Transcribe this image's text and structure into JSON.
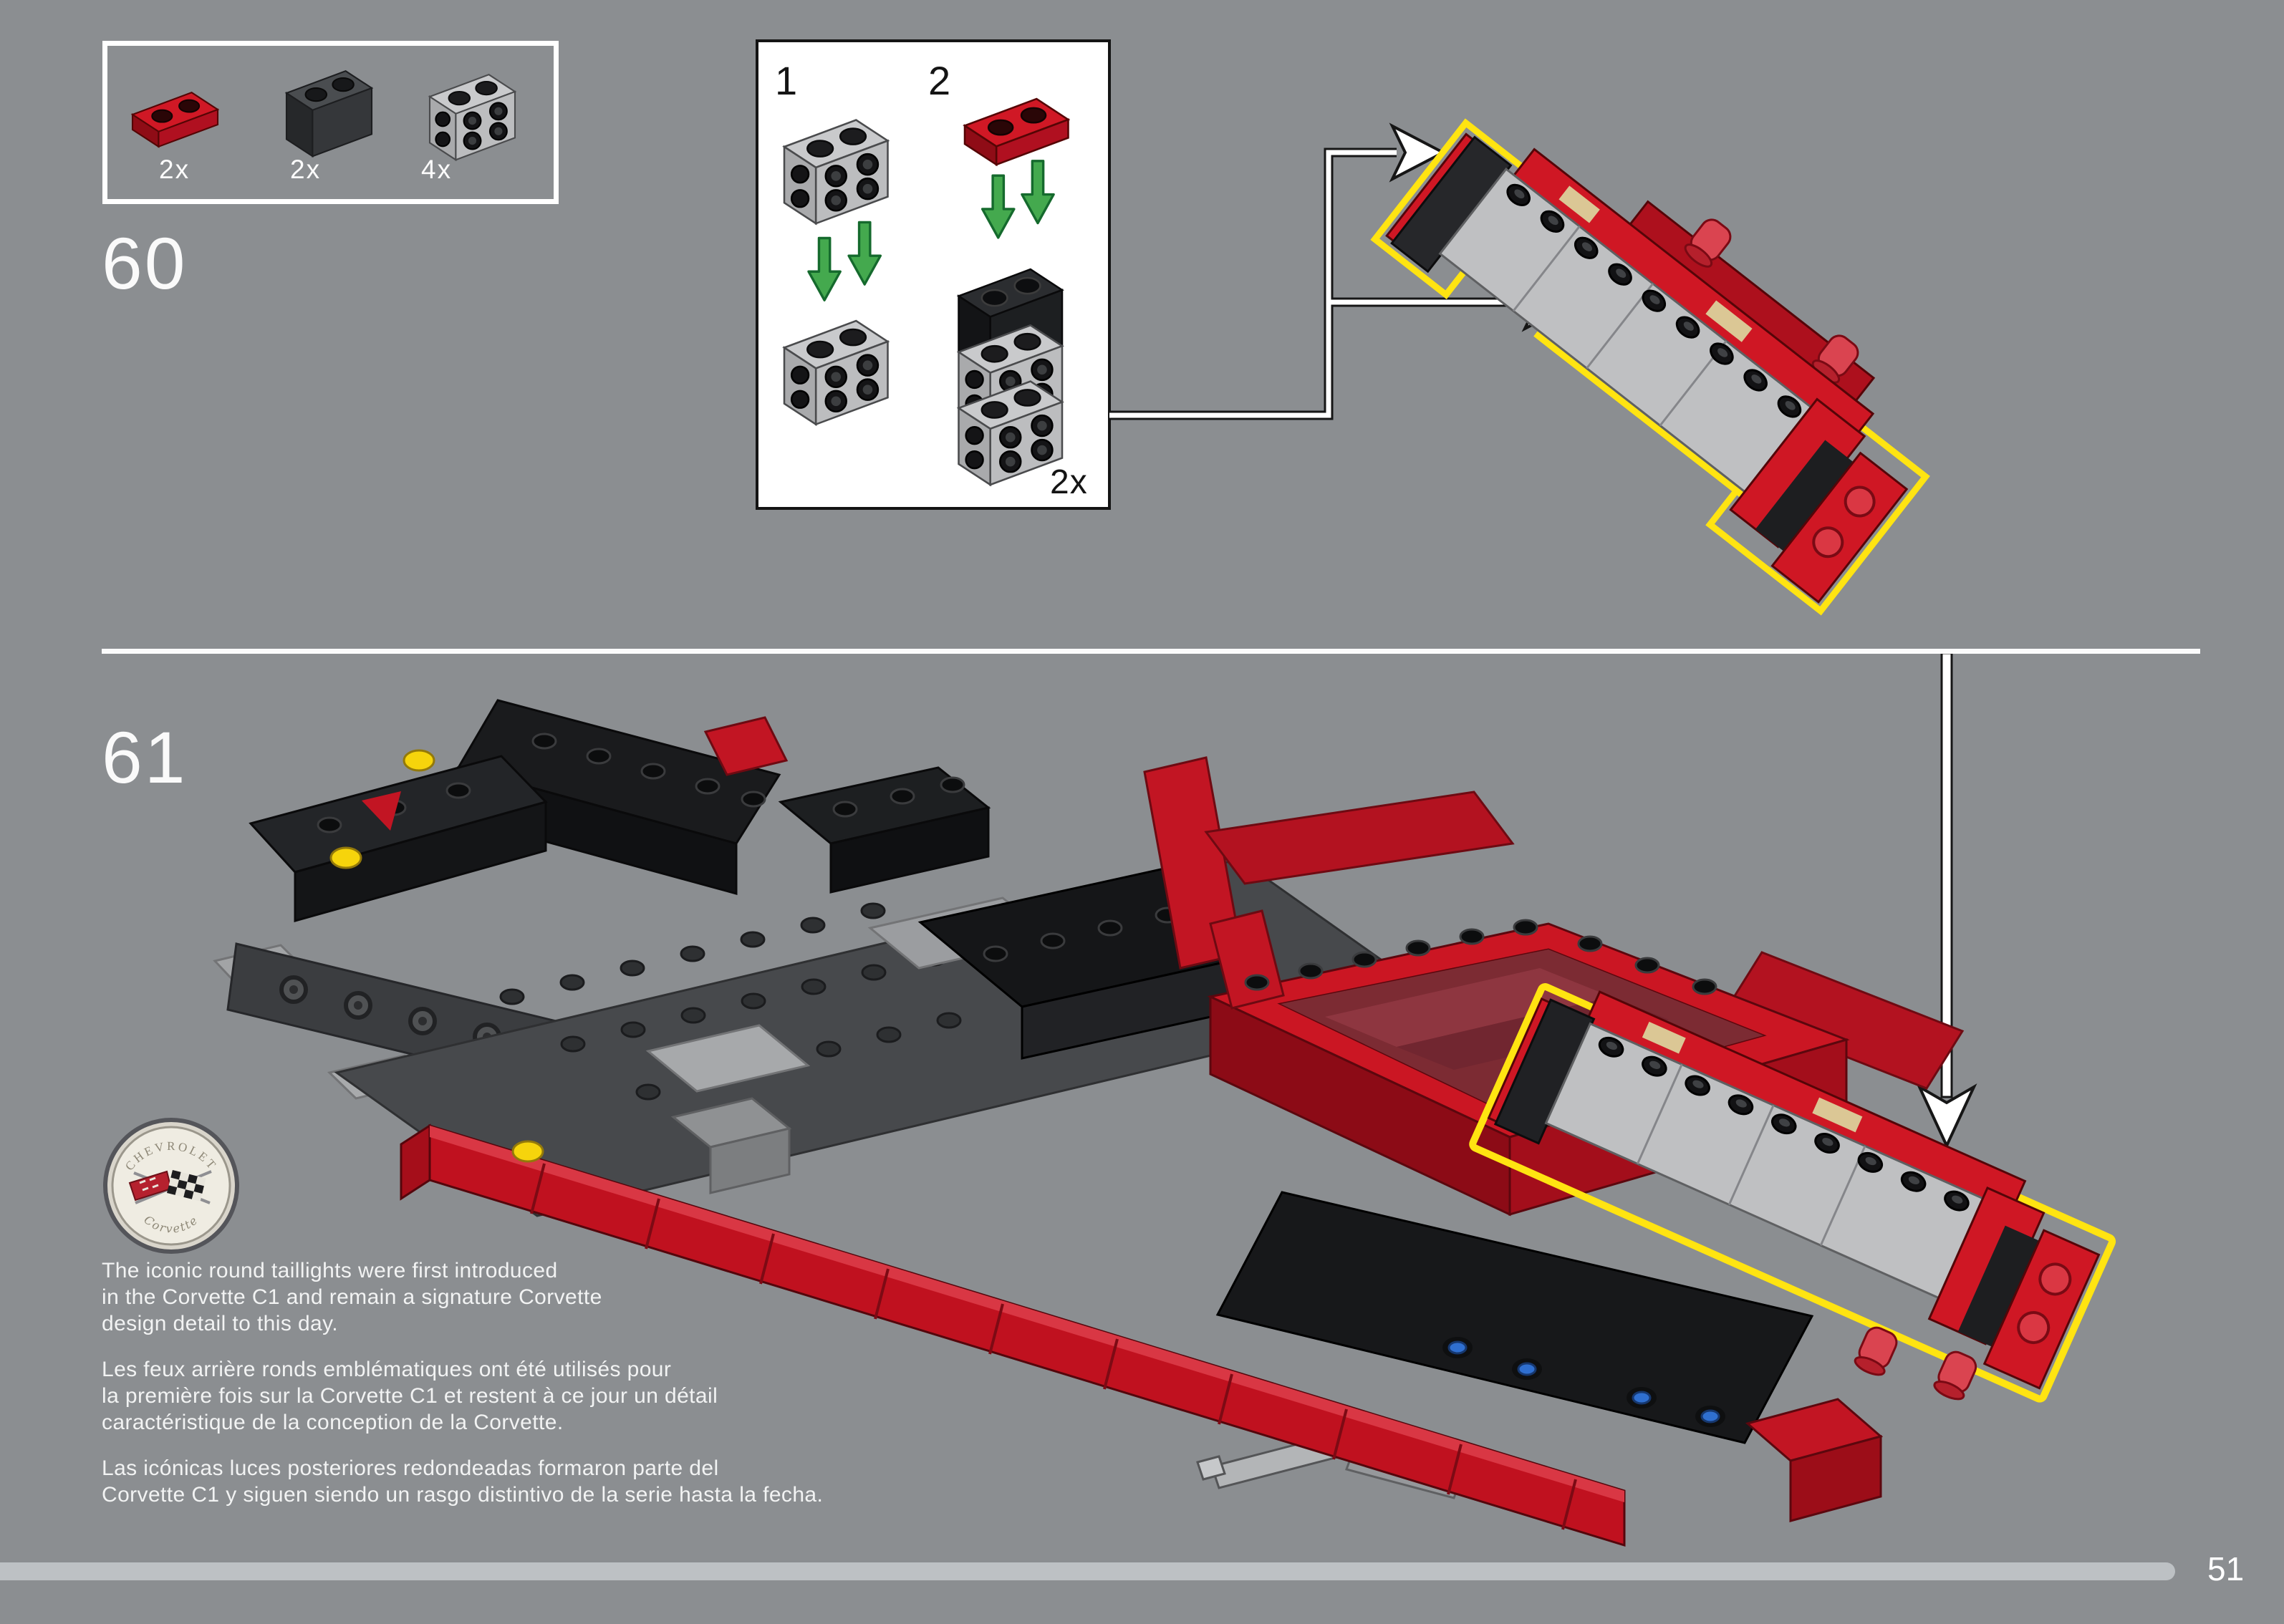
{
  "page": {
    "number": "51"
  },
  "steps": {
    "s60": "60",
    "s61": "61"
  },
  "parts_box": {
    "items": [
      {
        "id": "plate-1x2-red",
        "qty": "2x"
      },
      {
        "id": "brick-1x2-dark-gray",
        "qty": "2x"
      },
      {
        "id": "brick-1x2-side-studs-gray",
        "qty": "4x"
      }
    ]
  },
  "instruction_box": {
    "substep1": "1",
    "substep2": "2",
    "multiplier": "2x"
  },
  "badge": {
    "top": "CHEVROLET",
    "bottom": "Corvette"
  },
  "captions": {
    "en": [
      "The iconic round taillights were first introduced",
      "in the Corvette C1 and remain a signature Corvette",
      "design detail to this day."
    ],
    "fr": [
      "Les feux arrière ronds emblématiques ont été utilisés pour",
      "la première fois sur la Corvette C1 et restent à ce jour un détail",
      "caractéristique de la conception de la Corvette."
    ],
    "es": [
      "Las icónicas luces posteriores redondeadas formaron parte del",
      "Corvette C1 y siguen siendo un rasgo distintivo de la serie hasta la fecha."
    ]
  },
  "colors": {
    "background": "#8b8e91",
    "lego_red": "#cf1724",
    "highlight_yellow": "#ffe411",
    "arrow_green": "#44a94e",
    "bottom_bar": "#bdc1c4"
  }
}
